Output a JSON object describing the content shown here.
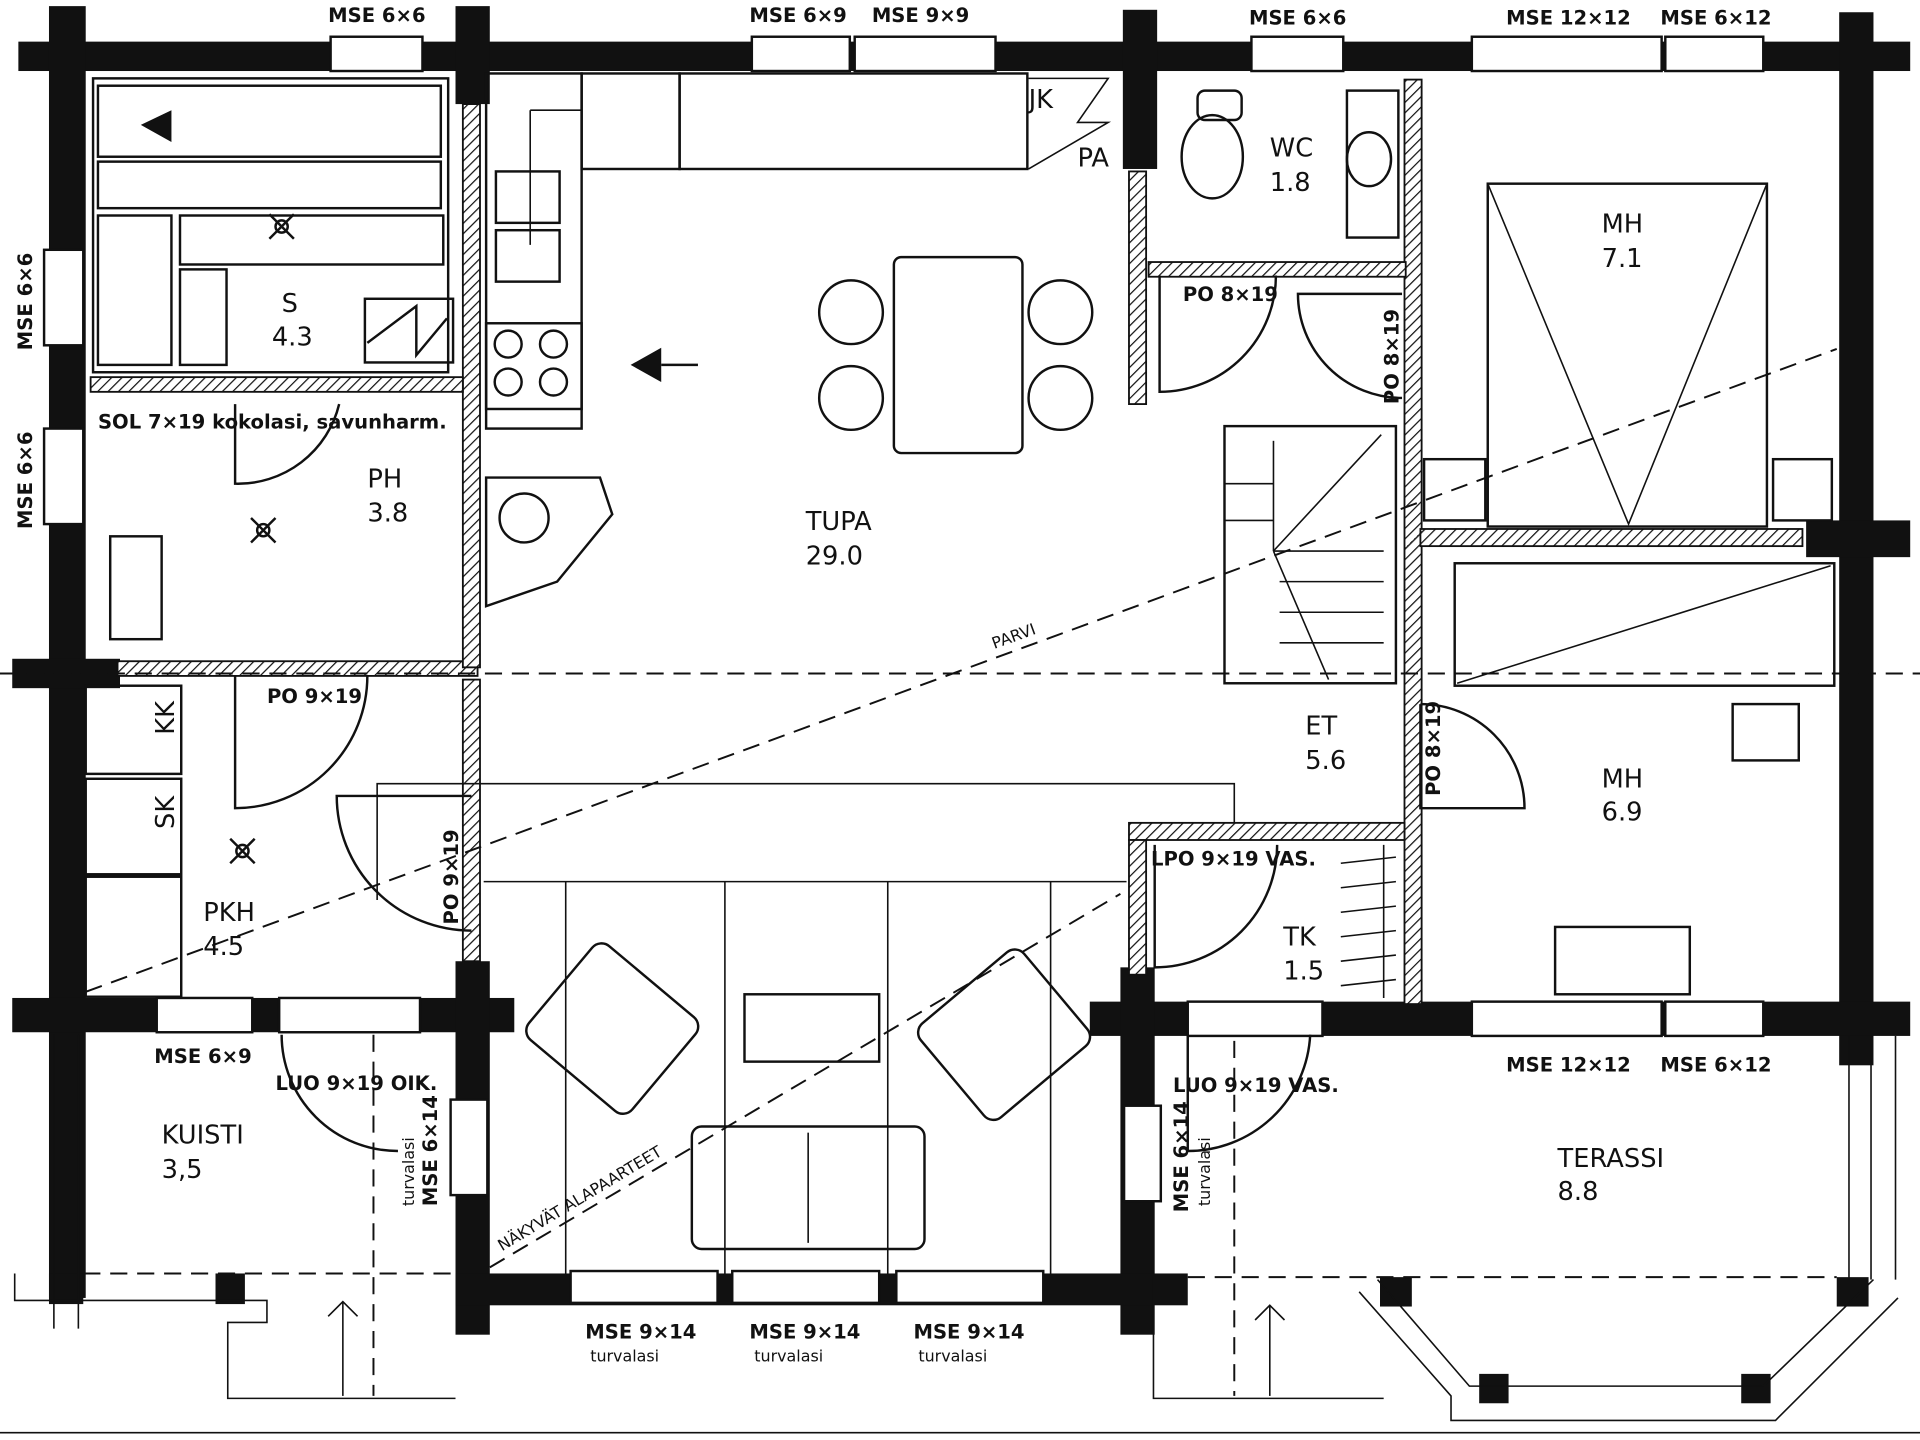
{
  "rooms": {
    "s": {
      "name": "S",
      "area": "4.3"
    },
    "ph": {
      "name": "PH",
      "area": "3.8"
    },
    "tupa": {
      "name": "TUPA",
      "area": "29.0"
    },
    "wc": {
      "name": "WC",
      "area": "1.8"
    },
    "mh1": {
      "name": "MH",
      "area": "7.1"
    },
    "et": {
      "name": "ET",
      "area": "5.6"
    },
    "mh2": {
      "name": "MH",
      "area": "6.9"
    },
    "pkh": {
      "name": "PKH",
      "area": "4.5"
    },
    "tk": {
      "name": "TK",
      "area": "1.5"
    },
    "kuisti": {
      "name": "KUISTI",
      "area": "3,5"
    },
    "terassi": {
      "name": "TERASSI",
      "area": "8.8"
    }
  },
  "storage": {
    "kk": "KK",
    "sk": "SK",
    "jk": "JK",
    "pa": "PA"
  },
  "annotations": {
    "parvi": "PARVI",
    "alapaarteet": "NÄKYVÄT ALAPAARTEET",
    "sol": "SOL 7×19 kokolasi, savunharm."
  },
  "doors": {
    "po_ph": "PO 9×19",
    "po_pkh": "PO 9×19",
    "po_wc": "PO 8×19",
    "po_mh1": "PO 8×19",
    "po_mh2": "PO 8×19",
    "lpo_tk": "LPO 9×19 VAS.",
    "luo_kuisti": "LUO 9×19 OIK.",
    "luo_terassi": "LUO 9×19 VAS."
  },
  "windows": {
    "top": [
      "MSE 6×6",
      "MSE 6×9",
      "MSE 9×9",
      "MSE 6×6",
      "MSE 12×12",
      "MSE 6×12"
    ],
    "left": [
      "MSE 6×6",
      "MSE 6×6"
    ],
    "mid_bottom": [
      "MSE 6×9",
      "MSE 12×12",
      "MSE 6×12"
    ],
    "side_safety": [
      {
        "size": "MSE 6×14",
        "note": "turvalasi"
      },
      {
        "size": "MSE 6×14",
        "note": "turvalasi"
      }
    ],
    "bottom": [
      {
        "size": "MSE 9×14",
        "note": "turvalasi"
      },
      {
        "size": "MSE 9×14",
        "note": "turvalasi"
      },
      {
        "size": "MSE 9×14",
        "note": "turvalasi"
      }
    ]
  }
}
